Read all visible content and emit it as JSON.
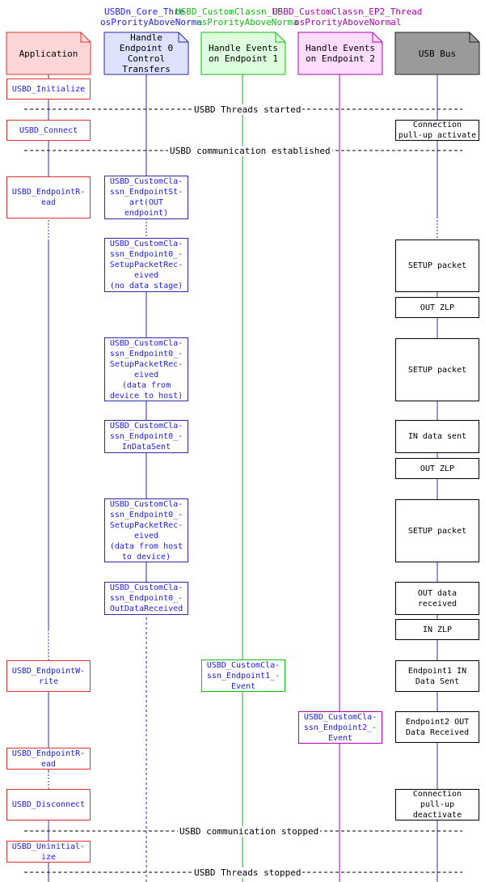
{
  "threads": {
    "core": {
      "name": "USBDn_Core_Thre",
      "priority": "osProrityAboveNorma",
      "color": "#1a1aff"
    },
    "ep": {
      "name": "USBD_CustomClassn_EP",
      "priority": "osProrityAboveNorma",
      "color": "#11bb11"
    },
    "ep2": {
      "name": "USBD_CustomClassn_EP2_Thread",
      "priority": "osProrityAboveNormal",
      "color": "#b000b0"
    }
  },
  "lanes": [
    {
      "key": "application",
      "label": "Application",
      "fill": "#ffd6d6",
      "stroke": "#e03030",
      "line": "#3030a0"
    },
    {
      "key": "ep0",
      "label": "Handle\nEndpoint 0\nControl\nTransfers",
      "fill": "#dde2ff",
      "stroke": "#2a2aaa",
      "line": "#2a2aaa"
    },
    {
      "key": "ep1",
      "label": "Handle Events\non Endpoint 1",
      "fill": "#ddffdd",
      "stroke": "#11bb11",
      "line": "#11bb11"
    },
    {
      "key": "ep2",
      "label": "Handle Events\non Endpoint 2",
      "fill": "#ffddff",
      "stroke": "#b000b0",
      "line": "#b000b0"
    },
    {
      "key": "usb",
      "label": "USB Bus",
      "fill": "#9a9a9a",
      "stroke": "#222222",
      "line": "#3030a0"
    }
  ],
  "separators": [
    "USBD Threads started",
    "USBD communication established",
    "USBD communication stopped",
    "USBD Threads stopped"
  ],
  "app_calls": {
    "initialize": "USBD_Initialize",
    "connect": "USBD_Connect",
    "endpoint_read_1": "USBD_EndpointR-\nead",
    "endpoint_write": "USBD_EndpointW-\nrite",
    "endpoint_read_2": "USBD_EndpointR-\nead",
    "disconnect": "USBD_Disconnect",
    "uninitialize": "USBD_Uninitial-\nize"
  },
  "ep0_callbacks": {
    "endpoint_start": "USBD_CustomCla-\nssn_EndpointSt-\nart(OUT\nendpoint)",
    "setup_no_data": "USBD_CustomCla-\nssn_Endpoint0_-\nSetupPacketRec-\neived\n(no data stage)",
    "setup_dev_to_host": "USBD_CustomCla-\nssn_Endpoint0_-\nSetupPacketRec-\neived\n(data from\ndevice to host)",
    "in_data_sent": "USBD_CustomCla-\nssn_Endpoint0_-\nInDataSent",
    "setup_host_to_dev": "USBD_CustomCla-\nssn_Endpoint0_-\nSetupPacketRec-\neived\n(data from host\nto device)",
    "out_data_received": "USBD_CustomCla-\nssn_Endpoint0_-\nOutDataReceived"
  },
  "ep1_event": "USBD_CustomCla-\nssn_Endpoint1_-\nEvent",
  "ep2_event": "USBD_CustomCla-\nssn_Endpoint2_-\nEvent",
  "bus_events": {
    "pullup_activate": "Connection\npull-up activate",
    "setup_1": "SETUP packet",
    "out_zlp_1": "OUT ZLP",
    "setup_2": "SETUP packet",
    "in_data_sent": "IN data sent",
    "out_zlp_2": "OUT ZLP",
    "setup_3": "SETUP packet",
    "out_data_received": "OUT data\nreceived",
    "in_zlp": "IN ZLP",
    "ep1_in_sent": "Endpoint1 IN\nData Sent",
    "ep2_out_received": "Endpoint2 OUT\nData Received",
    "pullup_deactivate": "Connection\npull-up\ndeactivate"
  }
}
